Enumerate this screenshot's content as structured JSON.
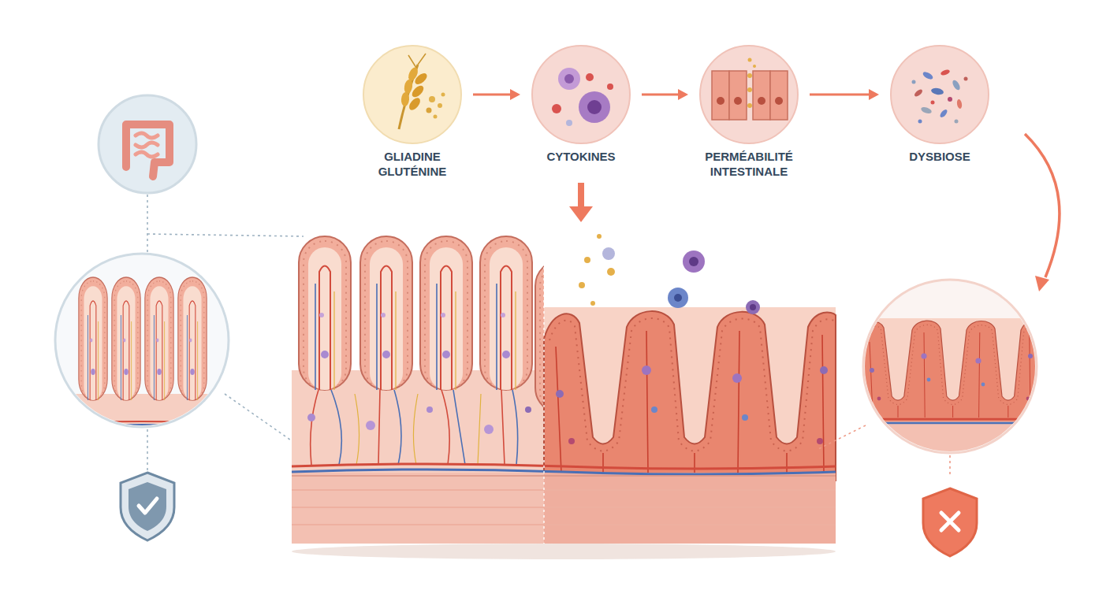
{
  "diagram": {
    "nodes": [
      {
        "text": [
          "GLIADINE GLUTÉNINE"
        ]
      },
      {
        "text": [
          "CYTOKINES"
        ]
      },
      {
        "text": [
          "PERMÉABILITÉ INTESTINALE"
        ]
      },
      {
        "text": [
          "DYSBIOSE"
        ]
      }
    ],
    "edges": [
      {
        "from": 0,
        "to": 1,
        "arrow": "to"
      },
      {
        "from": 1,
        "to": 2,
        "arrow": "to"
      },
      {
        "from": 2,
        "to": 3,
        "arrow": "to"
      }
    ]
  }
}
